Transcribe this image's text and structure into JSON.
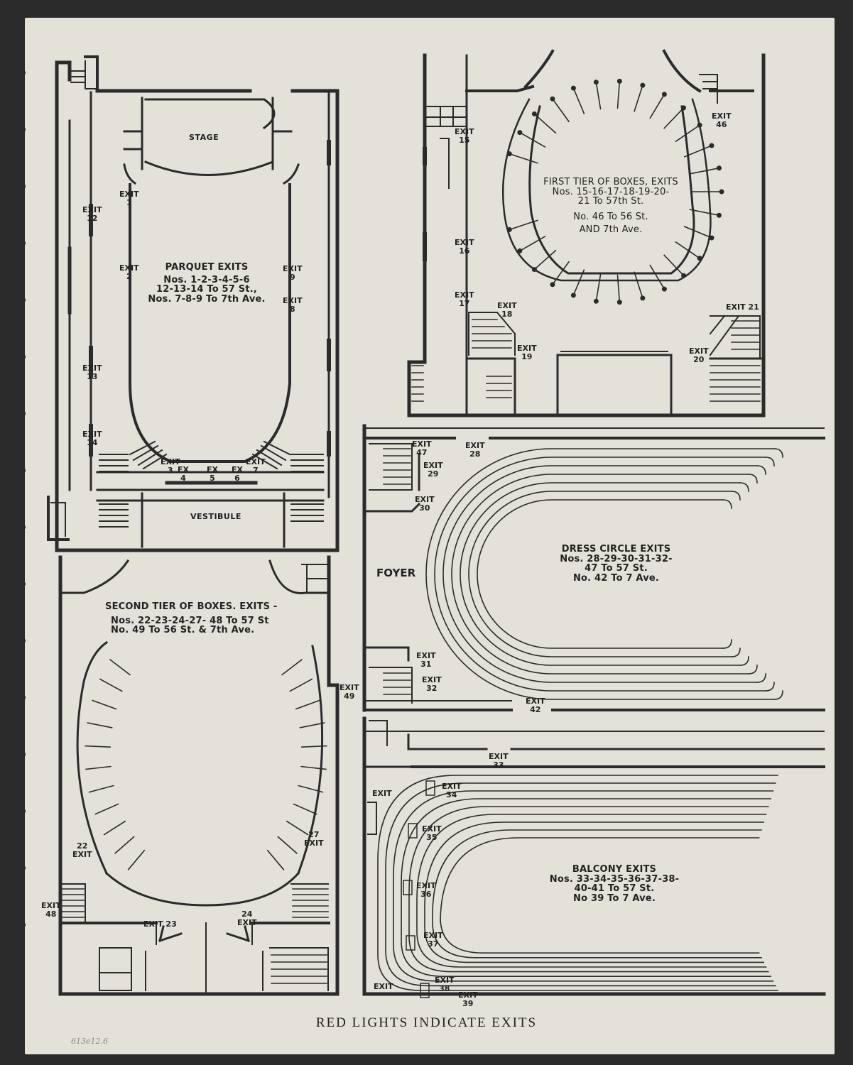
{
  "footer": "RED LIGHTS INDICATE EXITS",
  "pencil_note": "613e12.6",
  "parquet": {
    "stage": "STAGE",
    "vestibule": "VESTIBULE",
    "title": [
      "PARQUET EXITS",
      "Nos. 1-2-3-4-5-6",
      "12-13-14 To 57 St.,",
      "Nos. 7-8-9 To 7th Ave."
    ],
    "exits": {
      "e1": [
        "EXIT",
        "1"
      ],
      "e2": [
        "EXIT",
        "2"
      ],
      "e12": [
        "EXIT",
        "12"
      ],
      "e13": [
        "EXIT",
        "13"
      ],
      "e14": [
        "EXIT",
        "14"
      ],
      "e9": [
        "EXIT",
        "9"
      ],
      "e8": [
        "EXIT",
        "8"
      ],
      "e3": [
        "EXIT",
        "3"
      ],
      "e4": [
        "EX",
        "4"
      ],
      "e5": [
        "EX",
        "5"
      ],
      "e6": [
        "EX",
        "6"
      ],
      "e7": [
        "EXIT",
        "7"
      ]
    }
  },
  "first_tier": {
    "title": [
      "FIRST TIER OF BOXES, EXITS",
      "Nos. 15-16-17-18-19-20-",
      "21 To 57th St.",
      "No. 46 To 56 St.",
      "AND 7th Ave."
    ],
    "exits": {
      "e15": [
        "EXIT",
        "15"
      ],
      "e16": [
        "EXIT",
        "16"
      ],
      "e17": [
        "EXIT",
        "17"
      ],
      "e18": [
        "EXIT",
        "18"
      ],
      "e19": [
        "EXIT",
        "19"
      ],
      "e20": [
        "EXIT",
        "20"
      ],
      "e21": [
        "EXIT 21"
      ],
      "e46": [
        "EXIT",
        "46"
      ]
    }
  },
  "second_tier": {
    "title": [
      "SECOND TIER OF BOXES. EXITS -",
      "Nos. 22-23-24-27- 48 To 57 St",
      "No. 49 To 56 St. & 7th Ave."
    ],
    "exits": {
      "e22": [
        "22",
        "EXIT"
      ],
      "e27": [
        "27",
        "EXIT"
      ],
      "e48": [
        "EXIT",
        "48"
      ],
      "e49": [
        "EXIT",
        "49"
      ],
      "e23": [
        "EXIT 23"
      ],
      "e24": [
        "24",
        "EXIT"
      ]
    }
  },
  "dress_circle": {
    "foyer": "FOYER",
    "title": [
      "DRESS CIRCLE EXITS",
      "Nos. 28-29-30-31-32-",
      "47 To 57 St.",
      "No. 42 To 7 Ave."
    ],
    "exits": {
      "e47": [
        "EXIT",
        "47"
      ],
      "e28": [
        "EXIT",
        "28"
      ],
      "e29": [
        "EXIT",
        "29"
      ],
      "e30": [
        "EXIT",
        "30"
      ],
      "e31": [
        "EXIT",
        "31"
      ],
      "e32": [
        "EXIT",
        "32"
      ],
      "e42": [
        "EXIT",
        "42"
      ]
    }
  },
  "balcony": {
    "title": [
      "BALCONY EXITS",
      "Nos. 33-34-35-36-37-38-",
      "40-41 To 57 St.",
      "No 39 To 7 Ave."
    ],
    "exits": {
      "e33": [
        "EXIT",
        "33"
      ],
      "e34": [
        "EXIT",
        "34"
      ],
      "e35": [
        "EXIT",
        "35"
      ],
      "e36": [
        "EXIT",
        "36"
      ],
      "e37": [
        "EXIT",
        "37"
      ],
      "e38": [
        "EXIT",
        "38"
      ],
      "e39": [
        "EXIT",
        "39"
      ],
      "e40": [
        "EXIT"
      ],
      "e41": [
        "EXIT"
      ]
    }
  }
}
